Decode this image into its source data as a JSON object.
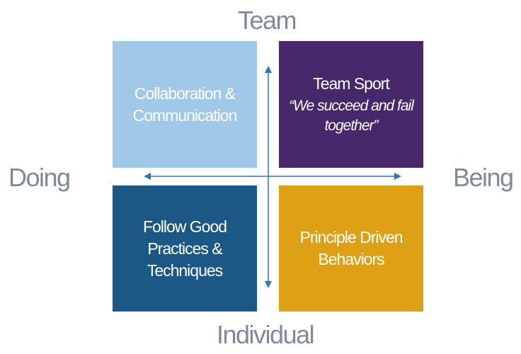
{
  "axes": {
    "top": "Team",
    "bottom": "Individual",
    "left": "Doing",
    "right": "Being"
  },
  "quadrants": {
    "top_left": {
      "lines": [
        "Collaboration &",
        "Communication"
      ],
      "color": "#9fc8e9"
    },
    "top_right": {
      "title": "Team Sport",
      "quote_lines": [
        "“We succeed and fail",
        "together”"
      ],
      "color": "#46286b"
    },
    "bottom_left": {
      "lines": [
        "Follow Good",
        "Practices &",
        "Techniques"
      ],
      "color": "#1b5886"
    },
    "bottom_right": {
      "lines": [
        "Principle Driven",
        "Behaviors"
      ],
      "color": "#dea116"
    }
  },
  "arrow_color": "#2e75b6"
}
